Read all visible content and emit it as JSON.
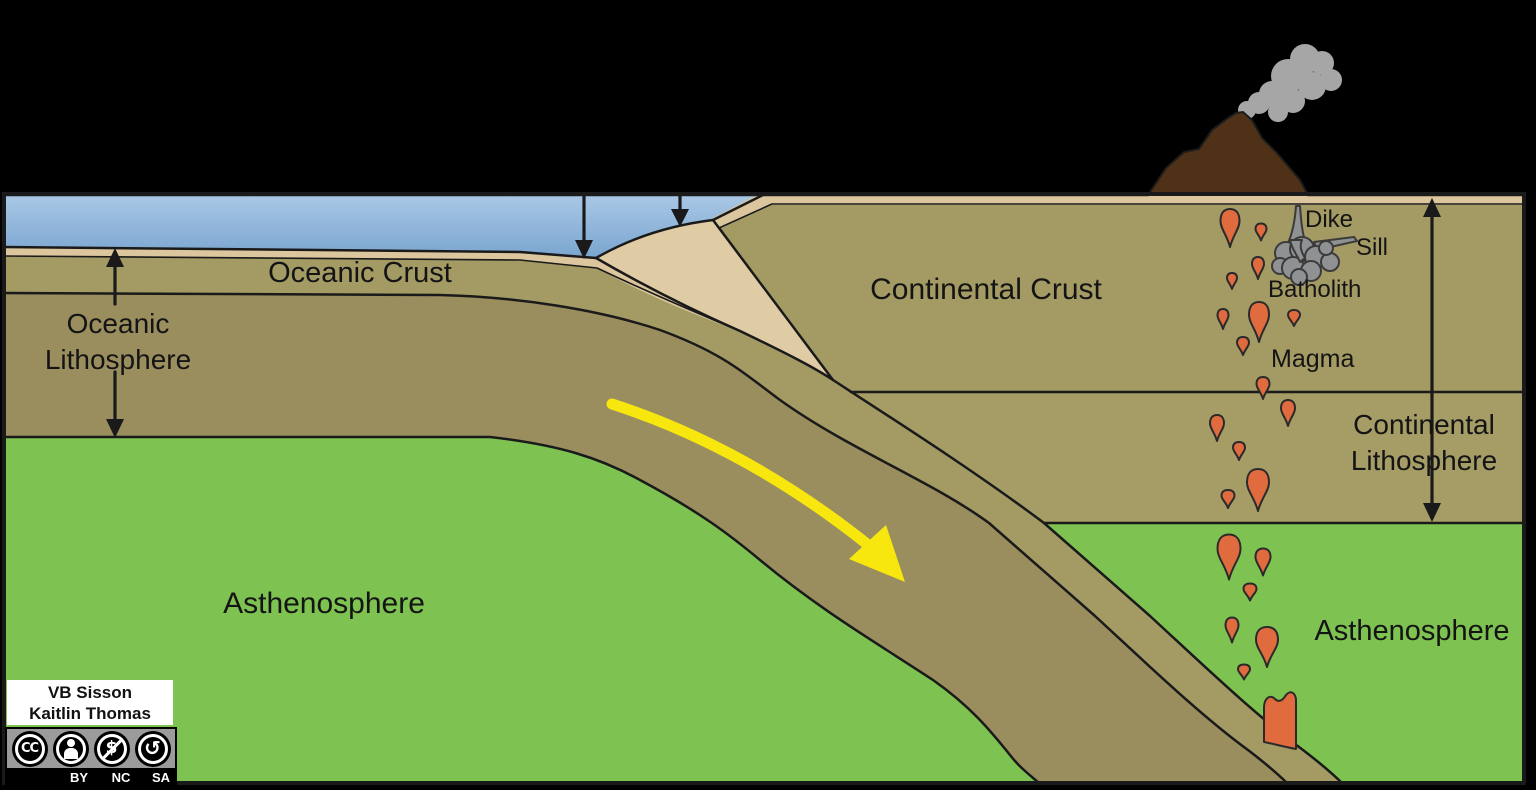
{
  "figure": {
    "title_hint": "Subduction zone cross-section diagram",
    "labels": {
      "oceanic_crust": "Oceanic Crust",
      "oceanic_lithosphere_line1": "Oceanic",
      "oceanic_lithosphere_line2": "Lithosphere",
      "continental_crust": "Continental Crust",
      "continental_lithosphere_line1": "Continental",
      "continental_lithosphere_line2": "Lithosphere",
      "asthenosphere_left": "Asthenosphere",
      "asthenosphere_right": "Asthenosphere",
      "dike": "Dike",
      "sill": "Sill",
      "batholith": "Batholith",
      "magma": "Magma"
    },
    "colors": {
      "background": "#000000",
      "ocean_top": "#a9c8e5",
      "ocean_bottom": "#7aa5d0",
      "sediment": "#dcc69e",
      "wedge": "#dfcba4",
      "crust": "#a39a64",
      "continental_mantle": "#a59c66",
      "oceanic_mantle": "#9a8d5e",
      "asthenosphere": "#7ec351",
      "magma": "#e06b3f",
      "magma_outline": "#2a2a2a",
      "intrusion_gray": "#8f9193",
      "volcano": "#4e3117",
      "smoke": "#a6a6a6",
      "arrow_yellow": "#f8e70f",
      "line": "#1a1a1a",
      "label_text": "#141414"
    }
  },
  "credit": {
    "line1": "VB Sisson",
    "line2": "Kaitlin Thomas",
    "license": {
      "cc_text": "CC",
      "labels": [
        "BY",
        "NC",
        "SA"
      ],
      "nc_symbol": "$",
      "sa_symbol": "↺"
    }
  }
}
